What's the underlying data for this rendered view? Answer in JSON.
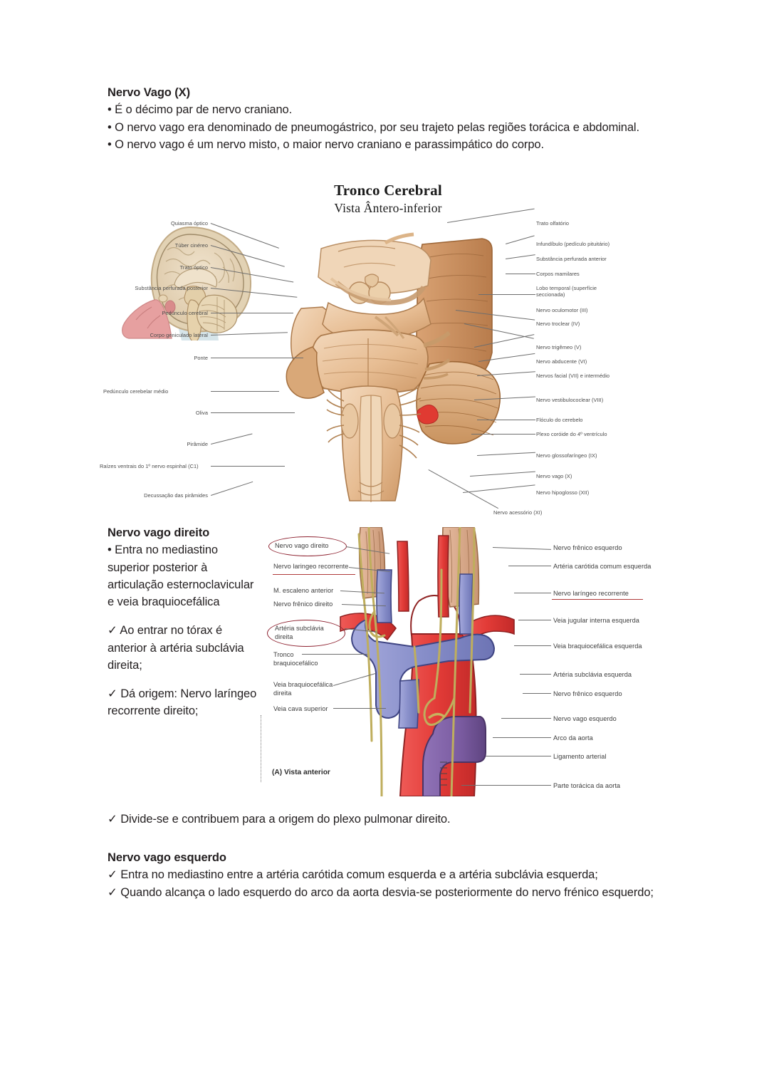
{
  "document": {
    "title": "Nervo Vago (X)"
  },
  "intro": {
    "heading": "Nervo Vago (X)",
    "bullets": [
      "• É o décimo par de nervo craniano.",
      "• O nervo vago era denominado de pneumogástrico, por seu trajeto pelas regiões torácica e abdominal.",
      "• O nervo vago é um nervo misto, o maior nervo craniano e parassimpático do corpo."
    ]
  },
  "figure1": {
    "title_line1": "Tronco Cerebral",
    "title_line2": "Vista Ântero-inferior",
    "labels_left": [
      "Quiasma óptico",
      "Túber cinéreo",
      "Trato óptico",
      "Substância perfurada posterior",
      "Pedúnculo cerebral",
      "Corpo geniculado lateral",
      "Ponte",
      "Pedúnculo cerebelar médio",
      "Oliva",
      "Pirâmide",
      "Raízes ventrais do 1º nervo espinhal (C1)",
      "Decussação das pirâmides"
    ],
    "labels_right": [
      "Trato olfatório",
      "Infundíbulo (pedículo pituitário)",
      "Substância perfurada anterior",
      "Corpos mamilares",
      "Lobo temporal (superfície seccionada)",
      "Nervo oculomotor (III)",
      "Nervo troclear (IV)",
      "Nervo trigêmeo (V)",
      "Nervo abducente (VI)",
      "Nervos facial (VII) e intermédio",
      "Nervo vestibulococlear (VIII)",
      "Flóculo do cerebelo",
      "Plexo coróide do 4º ventrículo",
      "Nervo glossofaríngeo (IX)",
      "Nervo vago (X)",
      "Nervo hipoglosso (XII)",
      "Nervo acessório (XI)"
    ]
  },
  "section_right_vagus": {
    "heading": "Nervo vago direito",
    "paragraphs": [
      "• Entra no mediastino superior posterior à articulação esternoclavicular e veia braquiocefálica",
      "✓ Ao entrar no tórax é anterior à artéria subclávia direita;",
      "✓ Dá origem: Nervo laríngeo  recorrente direito;"
    ]
  },
  "figure2": {
    "caption": "(A)  Vista anterior",
    "labels_left": [
      "Nervo vago direito",
      "Nervo laringeo recorrente",
      "M. escaleno anterior",
      "Nervo frênico direito",
      "Artéria subclávia direita",
      "Tronco braquiocefálico",
      "Veia braquiocefálica direita",
      "Veia cava superior"
    ],
    "labels_right": [
      "Nervo frênico esquerdo",
      "Artéria carótida comum esquerda",
      "Nervo laríngeo recorrente",
      "Veia jugular interna esquerda",
      "Veia braquiocefálica esquerda",
      "Artéria subclávia esquerda",
      "Nervo frênico esquerdo",
      "Nervo vago esquerdo",
      "Arco da aorta",
      "Ligamento arterial",
      "Parte torácica da aorta"
    ],
    "annotations": {
      "ellipse_color": "#8e2230",
      "underline_color": "#b03a3a"
    }
  },
  "divide_line": "✓ Divide-se e contribuem para a origem do plexo pulmonar direito.",
  "section_left_vagus": {
    "heading": "Nervo vago esquerdo",
    "paragraphs": [
      "✓ Entra no mediastino entre a artéria carótida comum esquerda e a artéria subclávia esquerda;",
      "✓ Quando alcança o lado esquerdo do arco da aorta desvia-se posteriormente do nervo frénico esquerdo;"
    ]
  },
  "colors": {
    "text": "#231f20",
    "artery": "#e03c3c",
    "vein": "#8a8fc8",
    "aorta_descending": "#7a5ba0",
    "nerve": "#c9b96a",
    "muscle": "#d9ab8e",
    "brainstem": "#e6b88c"
  }
}
